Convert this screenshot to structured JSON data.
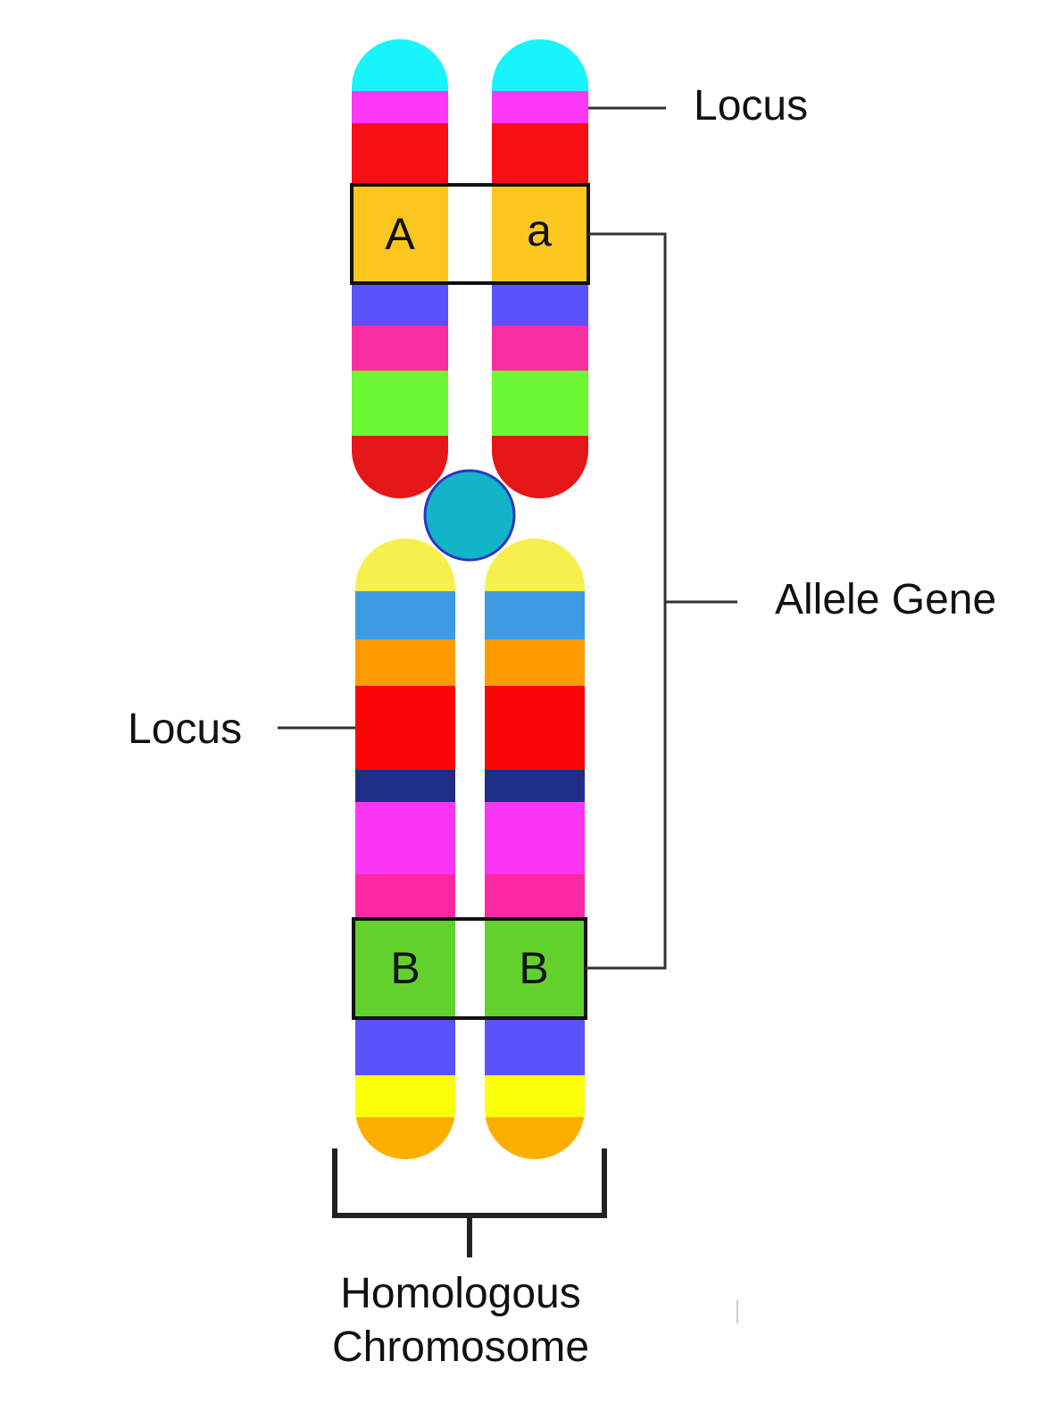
{
  "labels": {
    "locus_top": "Locus",
    "locus_left": "Locus",
    "allele_gene": "Allele Gene",
    "homologous_line1": "Homologous",
    "homologous_line2": "Chromosome"
  },
  "alleles": {
    "upper_left": "A",
    "upper_right": "a",
    "lower_left": "B",
    "lower_right": "B"
  },
  "colors": {
    "upper_bands": [
      "#17F5FB",
      "#FC37F5",
      "#F70F15",
      "#FBC71E",
      "#5A53F9",
      "#FA2EA3",
      "#6CF734",
      "#E51616"
    ],
    "lower_bands": [
      "#F7F04C",
      "#3C9BE3",
      "#FD9B00",
      "#FB0507",
      "#1C2E87",
      "#FC35F3",
      "#FC29A2",
      "#62D12E",
      "#5A53F9",
      "#FBFF07",
      "#FDAF00"
    ],
    "centromere": "#13B4C8",
    "centromere_outline": "#2B36C4"
  }
}
